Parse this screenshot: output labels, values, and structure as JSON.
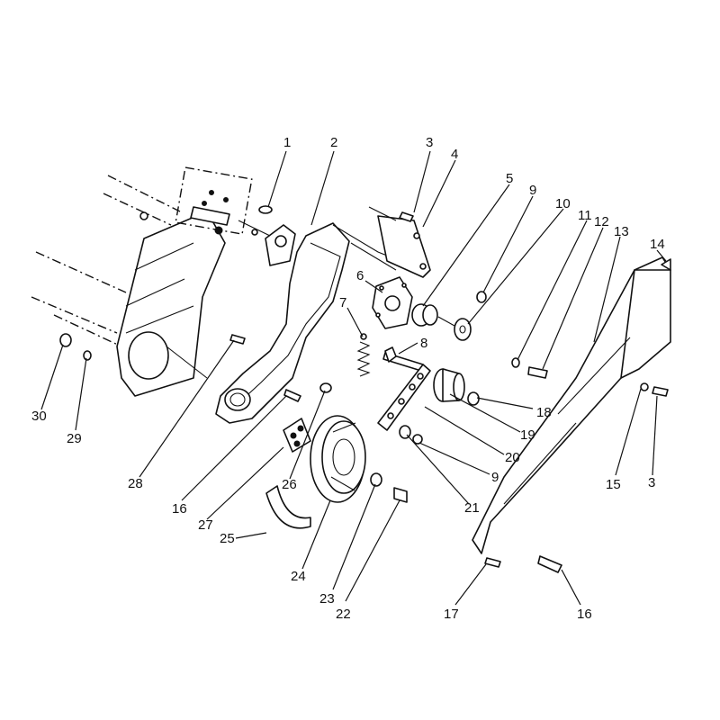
{
  "callouts": [
    {
      "id": "c1",
      "text": "1"
    },
    {
      "id": "c2",
      "text": "2"
    },
    {
      "id": "c3a",
      "text": "3"
    },
    {
      "id": "c4",
      "text": "4"
    },
    {
      "id": "c5",
      "text": "5"
    },
    {
      "id": "c9a",
      "text": "9"
    },
    {
      "id": "c10",
      "text": "10"
    },
    {
      "id": "c11",
      "text": "11"
    },
    {
      "id": "c12",
      "text": "12"
    },
    {
      "id": "c13",
      "text": "13"
    },
    {
      "id": "c14",
      "text": "14"
    },
    {
      "id": "c6",
      "text": "6"
    },
    {
      "id": "c7",
      "text": "7"
    },
    {
      "id": "c8",
      "text": "8"
    },
    {
      "id": "c18",
      "text": "18"
    },
    {
      "id": "c19",
      "text": "19"
    },
    {
      "id": "c20",
      "text": "20"
    },
    {
      "id": "c9b",
      "text": "9"
    },
    {
      "id": "c21",
      "text": "21"
    },
    {
      "id": "c15",
      "text": "15"
    },
    {
      "id": "c3b",
      "text": "3"
    },
    {
      "id": "c30",
      "text": "30"
    },
    {
      "id": "c29",
      "text": "29"
    },
    {
      "id": "c28",
      "text": "28"
    },
    {
      "id": "c16a",
      "text": "16"
    },
    {
      "id": "c26",
      "text": "26"
    },
    {
      "id": "c27",
      "text": "27"
    },
    {
      "id": "c25",
      "text": "25"
    },
    {
      "id": "c24",
      "text": "24"
    },
    {
      "id": "c23",
      "text": "23"
    },
    {
      "id": "c22",
      "text": "22"
    },
    {
      "id": "c17",
      "text": "17"
    },
    {
      "id": "c16b",
      "text": "16"
    }
  ],
  "colors": {
    "line": "#111111",
    "background": "#ffffff"
  }
}
